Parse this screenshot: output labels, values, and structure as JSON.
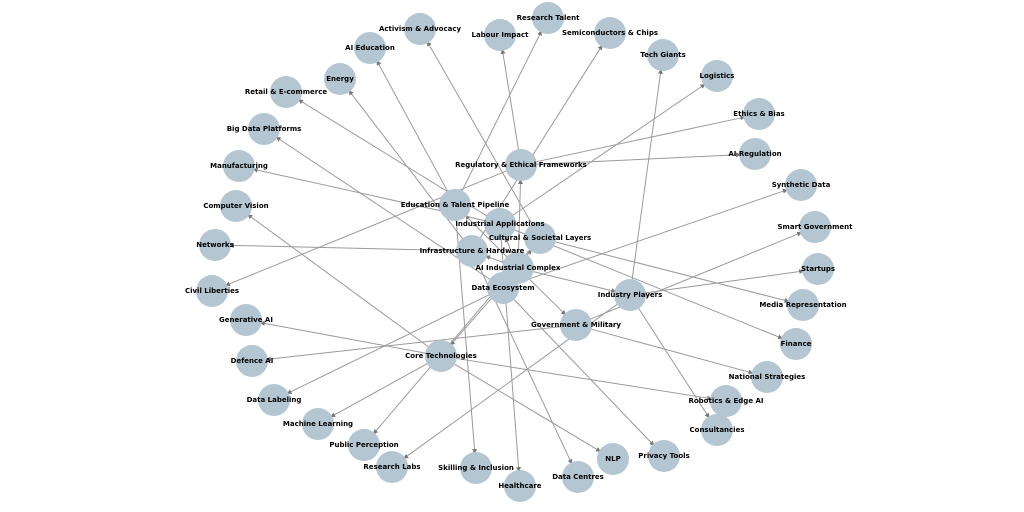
{
  "graph": {
    "node_color": "#b3c6d1",
    "edge_color": "#9a9a9a",
    "nodes": [
      "AI Industrial Complex",
      "Regulatory & Ethical Frameworks",
      "Education & Talent Pipeline",
      "Industrial Applications",
      "Infrastructure & Hardware",
      "Cultural & Societal Layers",
      "Data Ecosystem",
      "Industry Players",
      "Government & Military",
      "Core Technologies",
      "Activism & Advocacy",
      "Labour Impact",
      "Research Talent",
      "Semiconductors & Chips",
      "Tech Giants",
      "Logistics",
      "Ethics & Bias",
      "AI Regulation",
      "Synthetic Data",
      "Smart Government",
      "Startups",
      "Media Representation",
      "Finance",
      "National Strategies",
      "Robotics & Edge AI",
      "Consultancies",
      "Privacy Tools",
      "NLP",
      "Data Centres",
      "Healthcare",
      "Skilling & Inclusion",
      "Research Labs",
      "Public Perception",
      "Machine Learning",
      "Data Labeling",
      "Defence AI",
      "Generative AI",
      "Civil Liberties",
      "Networks",
      "Computer Vision",
      "Manufacturing",
      "Big Data Platforms",
      "Retail & E-commerce",
      "Energy",
      "AI Education"
    ],
    "edges": [
      [
        0,
        1
      ],
      [
        0,
        2
      ],
      [
        0,
        3
      ],
      [
        0,
        4
      ],
      [
        0,
        5
      ],
      [
        0,
        6
      ],
      [
        0,
        7
      ],
      [
        0,
        8
      ],
      [
        0,
        9
      ],
      [
        1,
        16
      ],
      [
        1,
        17
      ],
      [
        1,
        37
      ],
      [
        1,
        11
      ],
      [
        2,
        44
      ],
      [
        2,
        12
      ],
      [
        2,
        30
      ],
      [
        3,
        15
      ],
      [
        3,
        22
      ],
      [
        3,
        29
      ],
      [
        3,
        40
      ],
      [
        3,
        42
      ],
      [
        4,
        38
      ],
      [
        4,
        13
      ],
      [
        4,
        28
      ],
      [
        4,
        43
      ],
      [
        5,
        10
      ],
      [
        5,
        21
      ],
      [
        5,
        32
      ],
      [
        6,
        34
      ],
      [
        6,
        18
      ],
      [
        6,
        26
      ],
      [
        6,
        41
      ],
      [
        7,
        14
      ],
      [
        7,
        20
      ],
      [
        7,
        25
      ],
      [
        7,
        31
      ],
      [
        8,
        23
      ],
      [
        8,
        35
      ],
      [
        8,
        19
      ],
      [
        9,
        39
      ],
      [
        9,
        36
      ],
      [
        9,
        27
      ],
      [
        9,
        24
      ],
      [
        9,
        33
      ]
    ]
  }
}
